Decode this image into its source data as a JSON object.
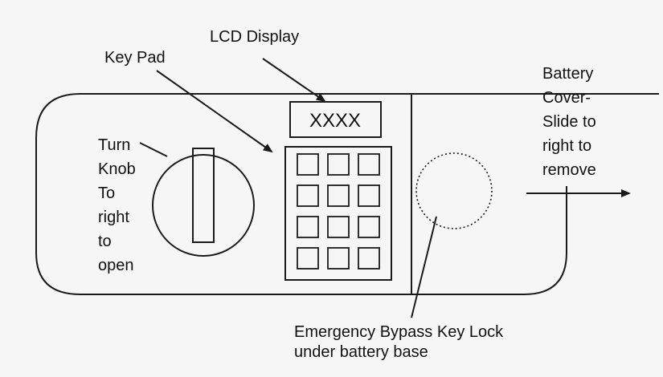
{
  "labels": {
    "lcd_display": "LCD Display",
    "key_pad": "Key Pad",
    "lcd_value": "XXXX",
    "turn_knob": [
      "Turn",
      "Knob",
      "To",
      "right",
      "to",
      "open"
    ],
    "battery_cover": [
      "Battery",
      "Cover-",
      "Slide to",
      "right to",
      "remove"
    ],
    "bypass_lock": [
      "Emergency Bypass Key Lock",
      "under battery base"
    ]
  },
  "keypad": {
    "rows": 4,
    "cols": 3
  },
  "colors": {
    "line": "#1a1a1a",
    "background": "#f6f6f6"
  }
}
